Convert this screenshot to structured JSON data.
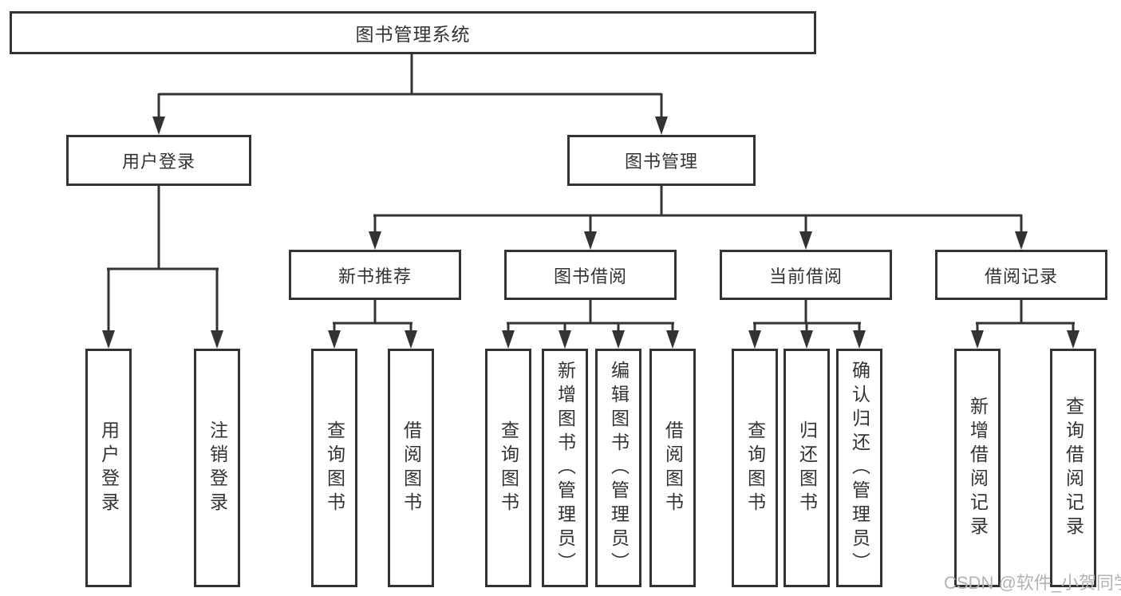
{
  "diagram": {
    "type": "hierarchy-tree",
    "colors": {
      "line": "#333333",
      "text": "#333333",
      "background": "#ffffff",
      "watermark": "#b3b3b3"
    },
    "tree": {
      "label": "图书管理系统",
      "children": [
        {
          "label": "用户登录",
          "children": [
            {
              "label": "用户登录"
            },
            {
              "label": "注销登录"
            }
          ]
        },
        {
          "label": "图书管理",
          "children": [
            {
              "label": "新书推荐",
              "children": [
                {
                  "label": "查询图书"
                },
                {
                  "label": "借阅图书"
                }
              ]
            },
            {
              "label": "图书借阅",
              "children": [
                {
                  "label": "查询图书"
                },
                {
                  "label": "新增图书（管理员）"
                },
                {
                  "label": "编辑图书（管理员）"
                },
                {
                  "label": "借阅图书"
                }
              ]
            },
            {
              "label": "当前借阅",
              "children": [
                {
                  "label": "查询图书"
                },
                {
                  "label": "归还图书"
                },
                {
                  "label": "确认归还（管理员）"
                }
              ]
            },
            {
              "label": "借阅记录",
              "children": [
                {
                  "label": "新增借阅记录"
                },
                {
                  "label": "查询借阅记录"
                }
              ]
            }
          ]
        }
      ]
    },
    "watermark": "CSDN @软件_小贺同学"
  }
}
